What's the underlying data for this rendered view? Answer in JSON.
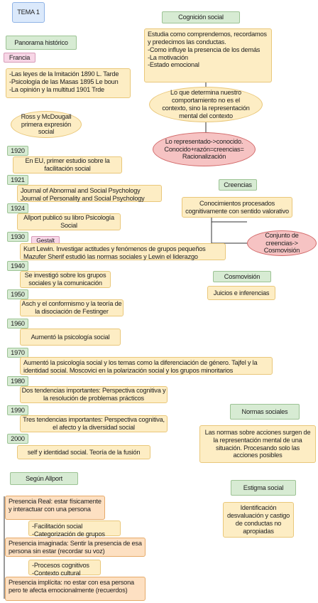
{
  "title": "TEMA 1",
  "left": {
    "panorama": "Panorama histórico",
    "francia": "Francia",
    "francia_books": "-Las leyes de la Imitación 1890 L. Tarde\n-Psicología de las Masas 1895 Le boun\n-La opinión y la multitud 1901 Trde",
    "ross": "Ross y McDougall primera expresión social",
    "gestalt": "Gestalt",
    "timeline": [
      {
        "year": "1920",
        "text": "En EU, primer estudio sobre la facilitación social"
      },
      {
        "year": "1921",
        "text": "Journal of Abnormal and Social Psychology\nJournal of Personality and Social Psychology"
      },
      {
        "year": "1924",
        "text": "Allport publicó su libro Psicología Social"
      },
      {
        "year": "1930",
        "text": "Kurt Lewin. Investigar actitudes y fenómenos de grupos pequeños\nMazufer Sherif estudió las normas sociales y Lewin el liderazgo"
      },
      {
        "year": "1940",
        "text": "Se investigó sobre los grupos sociales y la comunicación"
      },
      {
        "year": "1950",
        "text": "Asch y el conformismo y la teoría de la disociación de Festinger"
      },
      {
        "year": "1960",
        "text": "Aumentó la psicología social"
      },
      {
        "year": "1970",
        "text": "Aumentó la psicología social y los temas como la diferenciación de género. Tajfel y la identidad social. Moscovici en la polarización social y los grupos minoritarios"
      },
      {
        "year": "1980",
        "text": "Dos tendencias importantes: Perspectiva cognitiva y la resolución de problemas prácticos"
      },
      {
        "year": "1990",
        "text": "Tres tendencias importantes: Perspectiva cognitiva, el afecto y la diversidad social"
      },
      {
        "year": "2000",
        "text": "self y identidad social. Teoría de la fusión"
      }
    ]
  },
  "allport": {
    "title": "Según Allport",
    "real": "Presencia Real: estar físicamente y interactuar con una persona",
    "real_sub": "-Facilitación social\n-Categorización de grupos",
    "imaginada": "Presencia imaginada: Sentir la presencia de esa persona sin estar (recordar su voz)",
    "imaginada_sub": "-Procesos cognitivos\n-Contexto cultural",
    "implicita": "Presencia implícita: no estar con esa persona pero te afecta emocionalmente (recuerdos)"
  },
  "right": {
    "cognicion": "Cognición social",
    "cognicion_desc": "Estudia como comprendemos, recordamos y predecimos las conductas.\n-Como influye la presencia de los demás\n-La motivación\n-Estado emocional",
    "determina": "Lo que determina nuestro comportamiento no es el contexto, sino la representación mental del contexto",
    "representado": "Lo representado->conocido. Conocido+razón=creencias= Racionalización",
    "creencias": "Creencias",
    "conocimientos": "Conocimientos procesados cognitivamente con sentido valorativo",
    "conjunto": "Conjunto de creencias-> Cosmovisión",
    "cosmovision": "Cosmovisión",
    "juicios": "Juicios e inferencias",
    "normas": "Normas sociales",
    "normas_desc": "Las normas sobre acciones surgen de la representación mental de una situación. Procesando solo las acciones posibles",
    "estigma": "Estigma social",
    "estigma_desc": "Identificación desvaluación y castigo de conductas no apropiadas"
  }
}
